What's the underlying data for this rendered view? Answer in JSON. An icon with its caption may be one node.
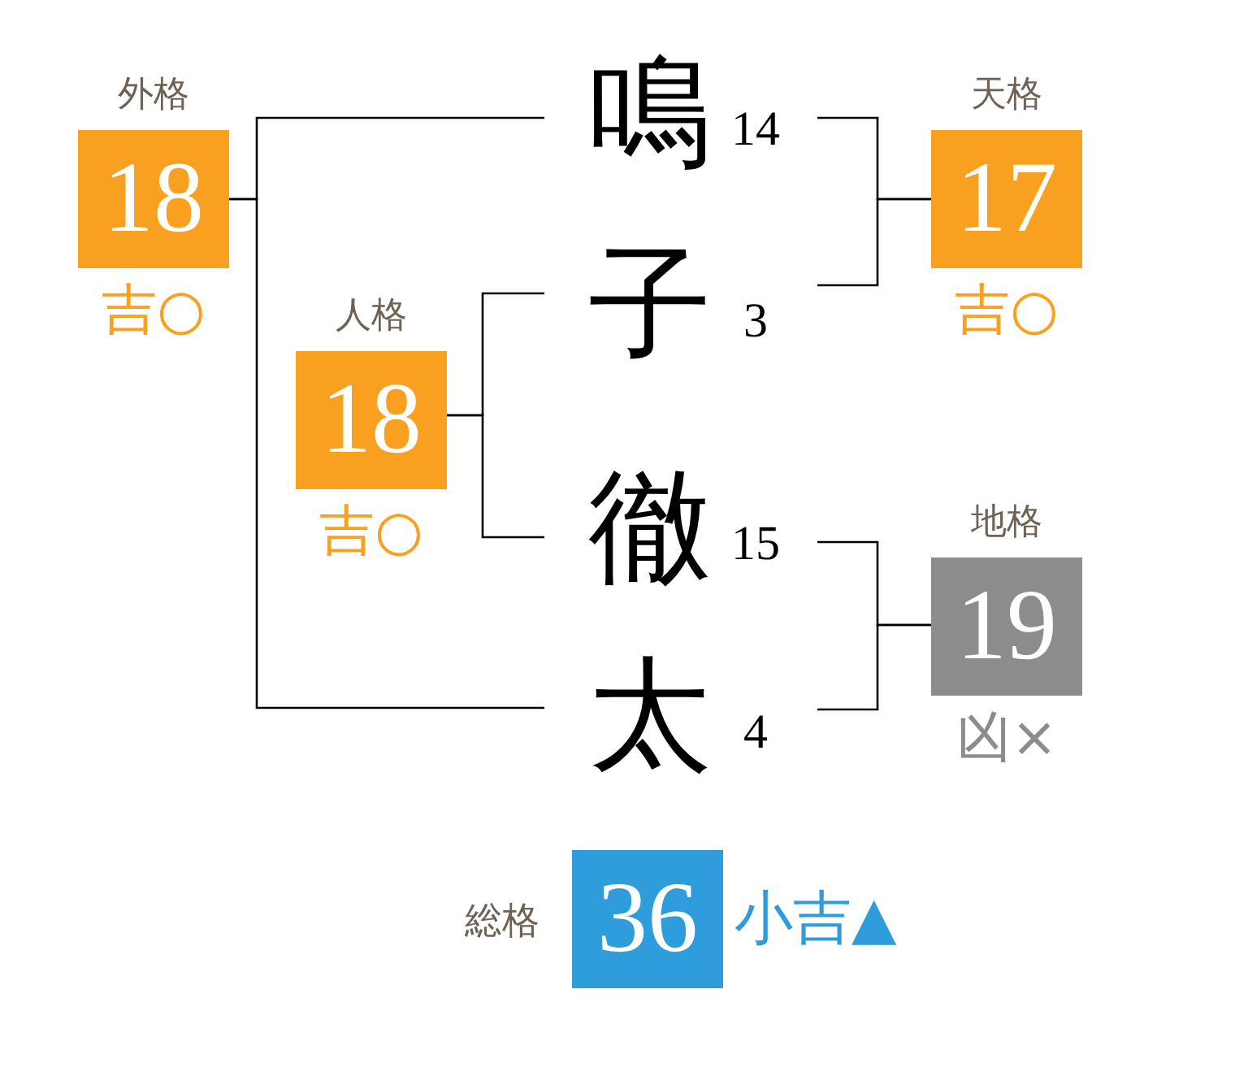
{
  "diagram": {
    "nodes": [
      {
        "text": [
          "外格",
          "18"
        ],
        "beside": [
          "吉○"
        ]
      },
      {
        "text": [
          "鳴"
        ],
        "beside": [
          "14"
        ]
      },
      {
        "text": [
          "天格",
          "17"
        ],
        "beside": [
          "吉○"
        ]
      },
      {
        "text": [
          "人格",
          "18"
        ],
        "beside": [
          "吉○"
        ]
      },
      {
        "text": [
          "子"
        ],
        "beside": [
          "3"
        ]
      },
      {
        "text": [
          "徹"
        ],
        "beside": [
          "15"
        ]
      },
      {
        "text": [
          "地格",
          "19"
        ],
        "beside": [
          "凶×"
        ]
      },
      {
        "text": [
          "太"
        ],
        "beside": [
          "4"
        ]
      },
      {
        "text": [
          "総格",
          "36"
        ],
        "beside": [
          "小吉▲"
        ]
      }
    ],
    "edges": [
      {
        "from": 1,
        "to": 0,
        "arrow": "none"
      },
      {
        "from": 7,
        "to": 0,
        "arrow": "none"
      },
      {
        "from": 1,
        "to": 2,
        "arrow": "none"
      },
      {
        "from": 4,
        "to": 2,
        "arrow": "none"
      },
      {
        "from": 4,
        "to": 3,
        "arrow": "none"
      },
      {
        "from": 5,
        "to": 3,
        "arrow": "none"
      },
      {
        "from": 5,
        "to": 6,
        "arrow": "none"
      },
      {
        "from": 7,
        "to": 6,
        "arrow": "none"
      }
    ]
  }
}
